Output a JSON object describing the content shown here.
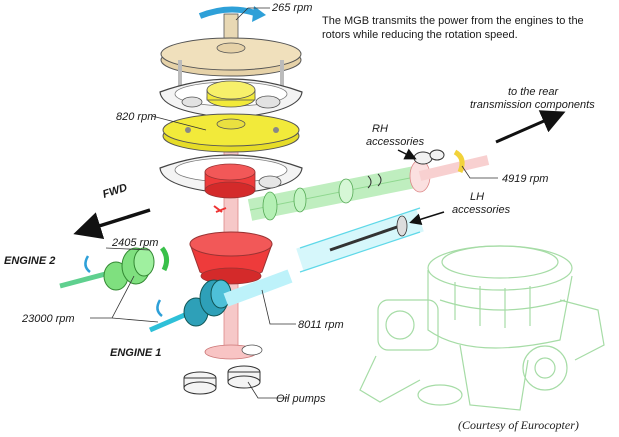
{
  "caption": "The MGB transmits the power from the engines to the rotors while reducing the rotation speed.",
  "credit": "(Courtesy of Eurocopter)",
  "labels": {
    "rpm_top": "265 rpm",
    "rpm_820": "820 rpm",
    "rpm_2405": "2405 rpm",
    "rpm_23000": "23000 rpm",
    "rpm_8011": "8011 rpm",
    "rpm_4919": "4919 rpm",
    "engine_2": "ENGINE 2",
    "engine_1": "ENGINE 1",
    "fwd": "FWD",
    "rh_line1": "RH",
    "rh_line2": "accessories",
    "lh_line1": "LH",
    "lh_line2": "accessories",
    "rear_line1": "to  the rear",
    "rear_line2": "transmission components",
    "oil_pumps": "Oil pumps"
  },
  "colors": {
    "tan_stage": "#e6d2a8",
    "yellow_stage": "#f2ea3a",
    "red_gear": "#ee3b3b",
    "green_engine": "#7fe07f",
    "cyan_engine": "#5fd8e8",
    "pink_shaft": "#f6b4b4",
    "housing_outline": "#9ad89a"
  }
}
